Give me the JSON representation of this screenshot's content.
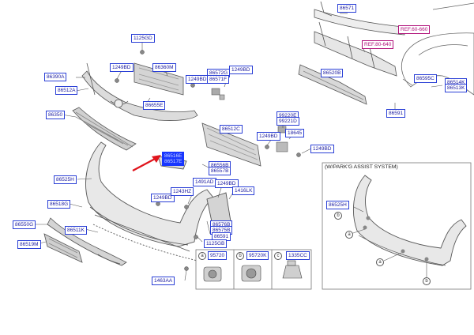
{
  "labels": {
    "p1125GD": "1125GD",
    "p1249BD_a": "1249BD",
    "p86360M": "86360M",
    "p86390A": "86390A",
    "p86512A": "86512A",
    "p1249BD_b": "1249BD",
    "p86572G": "86572G",
    "p86571F": "86571F",
    "p1249BD_c": "1249BD",
    "p86655E": "86655E",
    "p86350": "86350",
    "p86512C": "86512C",
    "p86525H": "86525H",
    "p1249BD_d": "1249BD",
    "p1243HZ": "1243HZ",
    "p86518G": "86518G",
    "p86550G": "86550G",
    "p86511K": "86511K",
    "p86519M": "86519M",
    "p1491AD": "1491AD",
    "p1249BD_e": "1249BD",
    "p1416LK": "1416LK",
    "p86576B": "86576B",
    "p86575B": "86575B",
    "p86591": "86591",
    "p1125GB": "1125GB",
    "p1463AA": "1463AA",
    "p86556B": "86556B",
    "p86557B": "86557B",
    "p99220E": "99220E",
    "p99221D": "99221D",
    "p18645": "18645",
    "p1249BD_f": "1249BD",
    "p1249BD_g": "1249BD",
    "p86571": "86571",
    "p86520B": "86520B",
    "p86595C": "86595C",
    "p86514K": "86514K",
    "p86513K": "86513K",
    "p86591_b": "86591",
    "p86525H_b": "86525H",
    "p95720": "95720",
    "p95720K": "95720K",
    "p1335CC": "1335CC",
    "ref_a": "REF.60-660",
    "ref_b": "REF.80-640"
  },
  "highlight": {
    "top": "86516E",
    "bottom": "86517E"
  },
  "inset": {
    "title": "(W/PARK'G ASSIST SYSTEM)",
    "callout_a": "a",
    "callout_b": "b"
  },
  "legend": {
    "a": "a",
    "b": "b",
    "c": "c"
  },
  "colors": {
    "label": "#2a3fd6",
    "ref": "#b0107a",
    "arrow": "#e0141c",
    "line": "#555555"
  }
}
